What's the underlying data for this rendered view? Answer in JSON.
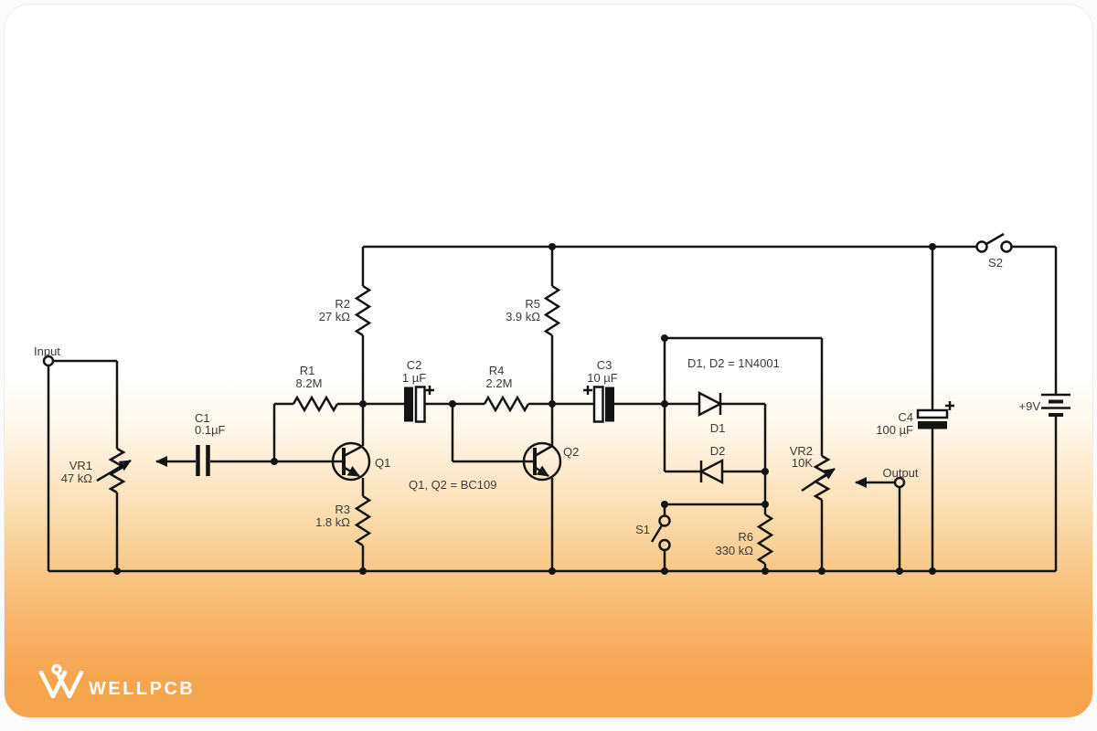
{
  "page": {
    "background": "#fbfbfb",
    "card_gradient_bottom": "#f6a54f"
  },
  "diagram": {
    "type": "circuit-schematic",
    "wire_color": "#141414",
    "label_color": "#3a3a3a",
    "terminals": {
      "input": "Input",
      "output": "Output"
    },
    "power": {
      "battery": "+9V"
    },
    "notes": {
      "transistors": "Q1, Q2 = BC109",
      "diodes": "D1, D2 = 1N4001"
    },
    "components": {
      "vr1": {
        "ref": "VR1",
        "value": "47 kΩ"
      },
      "c1": {
        "ref": "C1",
        "value": "0.1µF"
      },
      "r1": {
        "ref": "R1",
        "value": "8.2M"
      },
      "r2": {
        "ref": "R2",
        "value": "27 kΩ"
      },
      "r3": {
        "ref": "R3",
        "value": "1.8 kΩ"
      },
      "q1": {
        "ref": "Q1"
      },
      "c2": {
        "ref": "C2",
        "value": "1 µF"
      },
      "r4": {
        "ref": "R4",
        "value": "2.2M"
      },
      "r5": {
        "ref": "R5",
        "value": "3.9 kΩ"
      },
      "q2": {
        "ref": "Q2"
      },
      "c3": {
        "ref": "C3",
        "value": "10 µF"
      },
      "d1": {
        "ref": "D1"
      },
      "d2": {
        "ref": "D2"
      },
      "s1": {
        "ref": "S1"
      },
      "r6": {
        "ref": "R6",
        "value": "330 kΩ"
      },
      "vr2": {
        "ref": "VR2",
        "value": "10K"
      },
      "c4": {
        "ref": "C4",
        "value": "100 µF"
      },
      "s2": {
        "ref": "S2"
      }
    }
  },
  "footer": {
    "brand": "WELLPCB"
  }
}
